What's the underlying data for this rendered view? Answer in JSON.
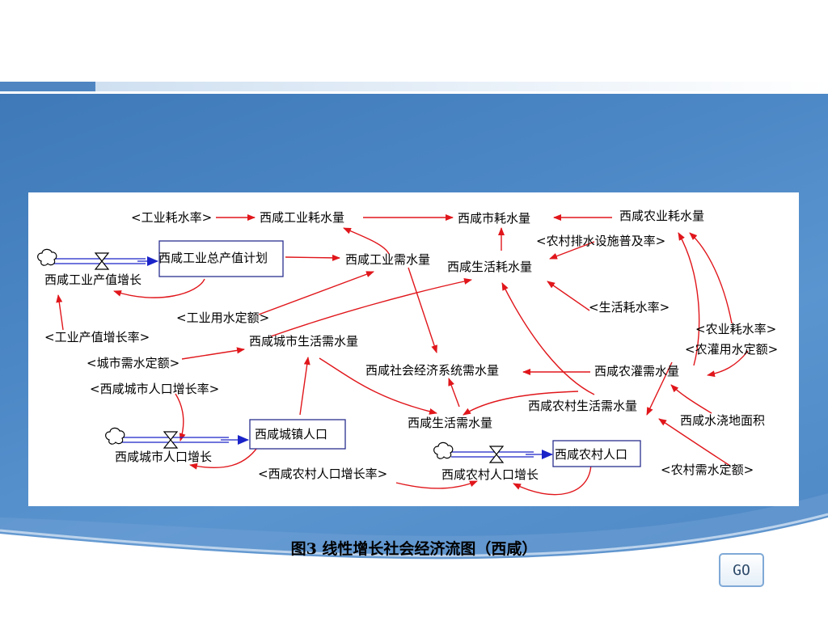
{
  "diagram": {
    "nodes": {
      "ind_rate": "<工业耗水率>",
      "ind_consume": "西咸工业耗水量",
      "city_consume": "西咸市耗水量",
      "agri_consume": "西咸农业耗水量",
      "rural_drain": "<农村排水设施普及率>",
      "ind_output": "西咸工业总产值计划",
      "ind_growth": "西咸工业产值增长",
      "ind_demand": "西咸工业需水量",
      "life_consume": "西咸生活耗水量",
      "life_rate": "<生活耗水率>",
      "ind_water_quota": "<工业用水定额>",
      "ind_growth_rate": "<工业产值增长率>",
      "urban_life_demand": "西咸城市生活需水量",
      "agri_rate": "<农业耗水率>",
      "irrig_quota": "<农灌用水定额>",
      "urban_quota": "<城市需水定额>",
      "socio_demand": "西咸社会经济系统需水量",
      "irrig_demand": "西咸农灌需水量",
      "urban_pop_rate": "<西咸城市人口增长率>",
      "rural_life_demand": "西咸农村生活需水量",
      "irrig_area": "西咸水浇地面积",
      "life_demand": "西咸生活需水量",
      "town_pop": "西咸城镇人口",
      "urban_pop_growth": "西咸城市人口增长",
      "rural_pop_rate": "<西咸农村人口增长率>",
      "rural_pop": "西咸农村人口",
      "rural_pop_growth": "西咸农村人口增长",
      "rural_quota": "<农村需水定额>"
    }
  },
  "caption": "图3   线性增长社会经济流图（西咸）",
  "go_label": "GO"
}
